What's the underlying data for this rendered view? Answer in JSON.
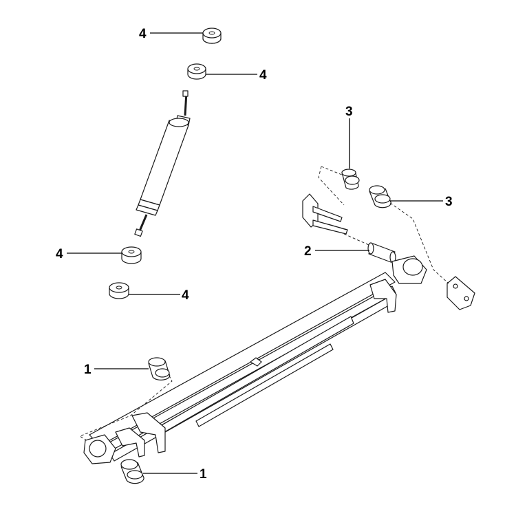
{
  "diagram": {
    "callouts": [
      {
        "id": "c1a",
        "label": "1"
      },
      {
        "id": "c1b",
        "label": "1"
      },
      {
        "id": "c2",
        "label": "2"
      },
      {
        "id": "c3a",
        "label": "3"
      },
      {
        "id": "c3b",
        "label": "3"
      },
      {
        "id": "c4a",
        "label": "4"
      },
      {
        "id": "c4b",
        "label": "4"
      },
      {
        "id": "c4c",
        "label": "4"
      },
      {
        "id": "c4d",
        "label": "4"
      }
    ]
  }
}
